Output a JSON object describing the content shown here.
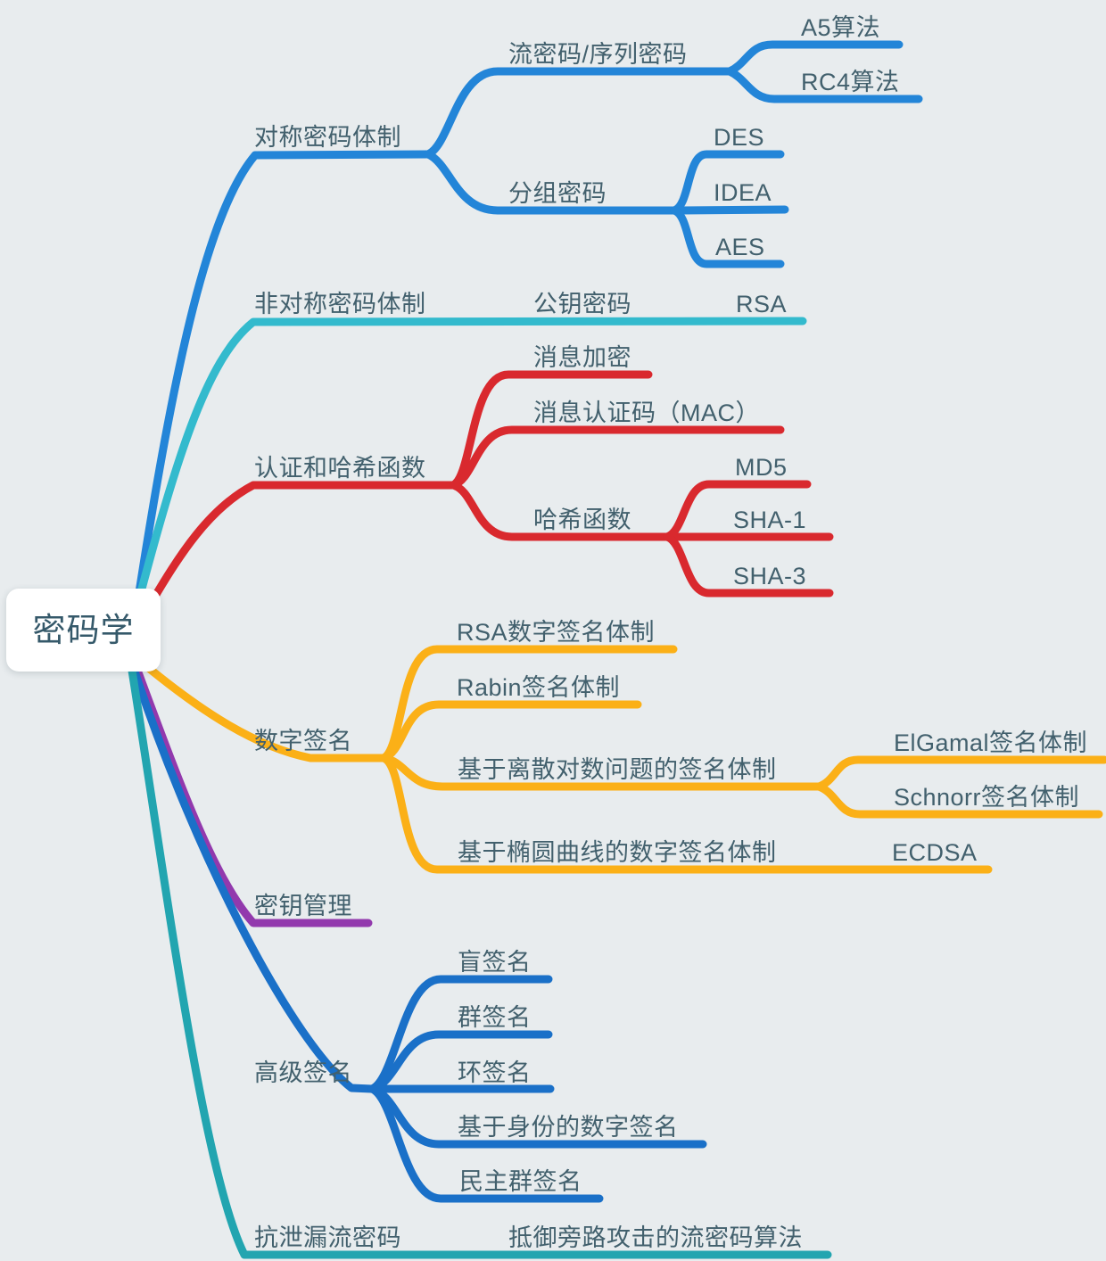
{
  "canvas": {
    "background_color": "#e8ecee",
    "label_text_color": "#42606d"
  },
  "mindmap": {
    "root": {
      "label": "密码学",
      "background_color": "#ffffff",
      "text_color": "#35596a"
    },
    "branches": [
      {
        "label": "对称密码体制",
        "color": "#2385d8",
        "children": [
          {
            "label": "流密码/序列密码",
            "children": [
              {
                "label": "A5算法"
              },
              {
                "label": "RC4算法"
              }
            ]
          },
          {
            "label": "分组密码",
            "children": [
              {
                "label": "DES"
              },
              {
                "label": "IDEA"
              },
              {
                "label": "AES"
              }
            ]
          }
        ]
      },
      {
        "label": "非对称密码体制",
        "color": "#33bacd",
        "children": [
          {
            "label": "公钥密码",
            "children": [
              {
                "label": "RSA"
              }
            ]
          }
        ]
      },
      {
        "label": "认证和哈希函数",
        "color": "#d9292e",
        "children": [
          {
            "label": "消息加密"
          },
          {
            "label": "消息认证码（MAC）"
          },
          {
            "label": "哈希函数",
            "children": [
              {
                "label": "MD5"
              },
              {
                "label": "SHA-1"
              },
              {
                "label": "SHA-3"
              }
            ]
          }
        ]
      },
      {
        "label": "数字签名",
        "color": "#fbb017",
        "children": [
          {
            "label": "RSA数字签名体制"
          },
          {
            "label": "Rabin签名体制"
          },
          {
            "label": "基于离散对数问题的签名体制",
            "children": [
              {
                "label": "ElGamal签名体制"
              },
              {
                "label": "Schnorr签名体制"
              }
            ]
          },
          {
            "label": "基于椭圆曲线的数字签名体制",
            "children": [
              {
                "label": "ECDSA"
              }
            ]
          }
        ]
      },
      {
        "label": "密钥管理",
        "color": "#9239ad",
        "children": []
      },
      {
        "label": "高级签名",
        "color": "#1a70c8",
        "children": [
          {
            "label": "盲签名"
          },
          {
            "label": "群签名"
          },
          {
            "label": "环签名"
          },
          {
            "label": "基于身份的数字签名"
          },
          {
            "label": "民主群签名"
          }
        ]
      },
      {
        "label": "抗泄漏流密码",
        "color": "#22a5b0",
        "children": [
          {
            "label": "抵御旁路攻击的流密码算法"
          }
        ]
      }
    ]
  }
}
